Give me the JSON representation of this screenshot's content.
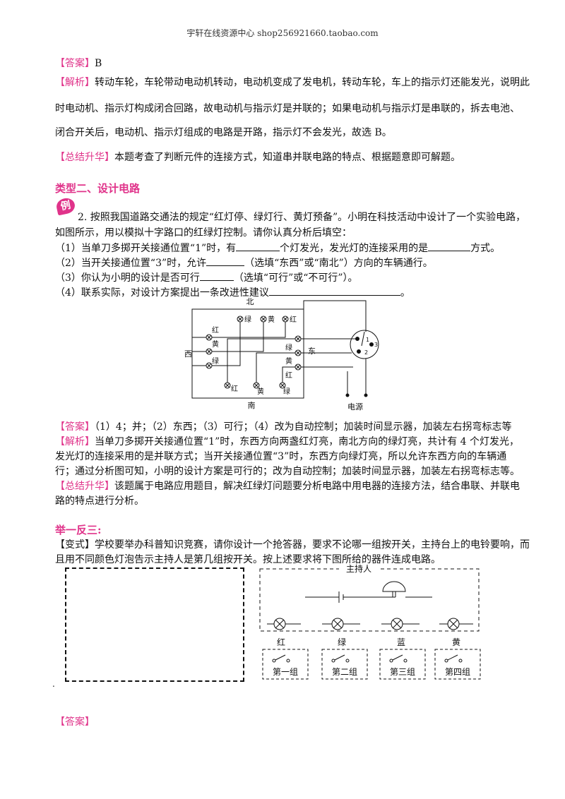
{
  "header": "宇轩在线资源中心   shop256921660.taobao.com",
  "q1": {
    "answer_tag": "【答案】",
    "answer": "B",
    "analysis_tag": "【解析】",
    "analysis_lines": [
      "转动车轮，车轮带动电动机转动，电动机变成了发电机，转动车轮，车上的指示灯还能发光，说明此",
      "时电动机、指示灯构成闭合回路，故电动机与指示灯是并联的；如果电动机与指示灯是串联的，拆去电池、",
      "闭合开关后，电动机、指示灯组成的电路是开路，指示灯不会发光，故选 B。"
    ],
    "summary_tag": "【总结升华】",
    "summary": "本题考查了判断元件的连接方式，知道串并联电路的特点、根据题意即可解题。"
  },
  "section2_title": "类型二、设计电路",
  "example_badge": "例",
  "q2": {
    "stem_lines": [
      "2. 按照我国道路交通法的规定“红灯停、绿灯行、黄灯预备”。小明在科技活动中设计了一个实验电路，",
      "如图所示，用以模拟十字路口的红绿灯控制。请你认真分析后填空："
    ],
    "item1_a": "（1）当单刀多掷开关接通位置“1”时，有",
    "item1_b": "个灯发光，发光灯的连接采用的是",
    "item1_c": "方式。",
    "item2_a": "（2）当开关接通位置“3”时，允许",
    "item2_b": "（选填“东西”或“南北”）方向的车辆通行。",
    "item3_a": "（3）你认为小明的设计是否可行",
    "item3_b": "（选填“可行”或“不可行”）。",
    "item4_a": "（4）联系实际，对设计方案提出一条改进性建议",
    "item4_b": "。",
    "answer_tag": "【答案】",
    "answer": "（1）4；并；（2）东西；（3）可行；（4）改为自动控制；加装时间显示器，加装左右拐弯标志等",
    "analysis_tag": "【解析】",
    "analysis_lines": [
      "当单刀多掷开关接通位置“1”时，东西方向两盏红灯亮，南北方向的绿灯亮，共计有 4 个灯发光，",
      "发光灯的连接采用的是并联方式；当开关接通位置“3”时，东西方向绿灯亮，所以允许东西方向的车辆通",
      "行；通过分析图可知，小明的设计方案是可行的；改为自动控制；加装时间显示器，加装左右拐弯标志等。"
    ],
    "summary_tag": "【总结升华】",
    "summary_lines": [
      "该题属于电路应用题目，解决红绿灯问题要分析电路中用电器的连接方法，结合串联、并联电",
      "路的特点进行分析。"
    ],
    "diagram": {
      "north": "北",
      "south": "南",
      "west": "西",
      "east": "东",
      "power": "电源",
      "green": "绿",
      "yellow": "黄",
      "red": "红",
      "switch_positions": [
        "1",
        "2",
        "3"
      ]
    }
  },
  "section3_title": "举一反三:",
  "variant": {
    "tag": "【变式】",
    "lines": [
      "学校要举办科普知识竞赛，请你设计一个抢答器，要求不论哪一组按开关，主持台上的电铃要响，而",
      "且用不同颜色灯泡告示主持人是第几组按开关。按上述要求将下图所给的器件连成电路。"
    ],
    "host_label": "主持人",
    "colors": [
      "红",
      "绿",
      "蓝",
      "黄"
    ],
    "groups": [
      "第一组",
      "第二组",
      "第三组",
      "第四组"
    ]
  },
  "dot": ".",
  "final_answer_tag": "【答案】"
}
